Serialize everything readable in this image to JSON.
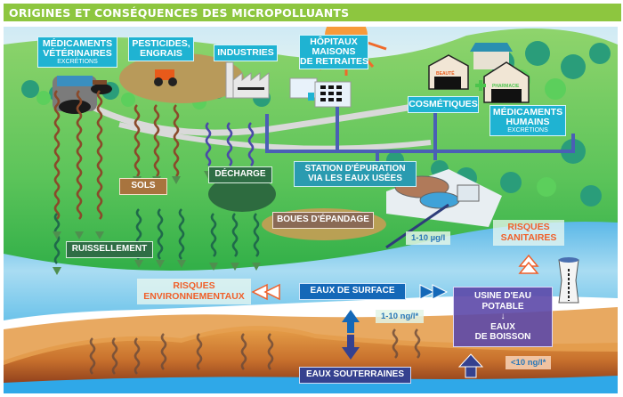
{
  "header": {
    "title": "ORIGINES ET CONSÉQUENCES DES MICROPOLLUANTS",
    "bar_color": "#8dc63f"
  },
  "sources": {
    "vet": {
      "line1": "MÉDICAMENTS",
      "line2": "VÉTÉRINAIRES",
      "sub": "EXCRÉTIONS"
    },
    "pesticides": {
      "line1": "PESTICIDES,",
      "line2": "ENGRAIS"
    },
    "industries": {
      "label": "INDUSTRIES"
    },
    "hopitaux": {
      "line1": "HÔPITAUX",
      "line2": "MAISONS",
      "line3": "DE RETRAITES"
    },
    "cosmetiques": {
      "label": "COSMÉTIQUES"
    },
    "humains": {
      "line1": "MÉDICAMENTS",
      "line2": "HUMAINS",
      "sub": "EXCRÉTIONS"
    }
  },
  "shops": {
    "beaute": "BEAUTÉ",
    "pharmacie": "PHARMACIE"
  },
  "pathways": {
    "sols": "SOLS",
    "decharge": "DÉCHARGE",
    "station": {
      "line1": "STATION D'ÉPURATION",
      "line2": "VIA LES EAUX USÉES"
    },
    "boues": "BOUES D'ÉPANDAGE",
    "ruissellement": "RUISSELLEMENT"
  },
  "waters": {
    "surface": "EAUX DE SURFACE",
    "souterraines": "EAUX SOUTERRAINES",
    "usine": {
      "line1": "USINE D'EAU",
      "line2": "POTABLE",
      "arrow": "↓",
      "line3": "EAUX",
      "line4": "DE BOISSON"
    }
  },
  "risks": {
    "environnementaux": {
      "line1": "RISQUES",
      "line2": "ENVIRONNEMENTAUX"
    },
    "sanitaires": {
      "line1": "RISQUES",
      "line2": "SANITAIRES"
    }
  },
  "concentrations": {
    "station_outflow": "1-10 µg/l",
    "surface": "1-10 ng/l*",
    "drinking": "<10 ng/l*"
  },
  "colors": {
    "label_cyan": "#1fb3d2",
    "pipe_blue": "#4a5fb5",
    "risk_orange": "#f0602a",
    "grass": "#4fbf4f",
    "river": "#8fd0ef",
    "soil": "#c8752f"
  }
}
